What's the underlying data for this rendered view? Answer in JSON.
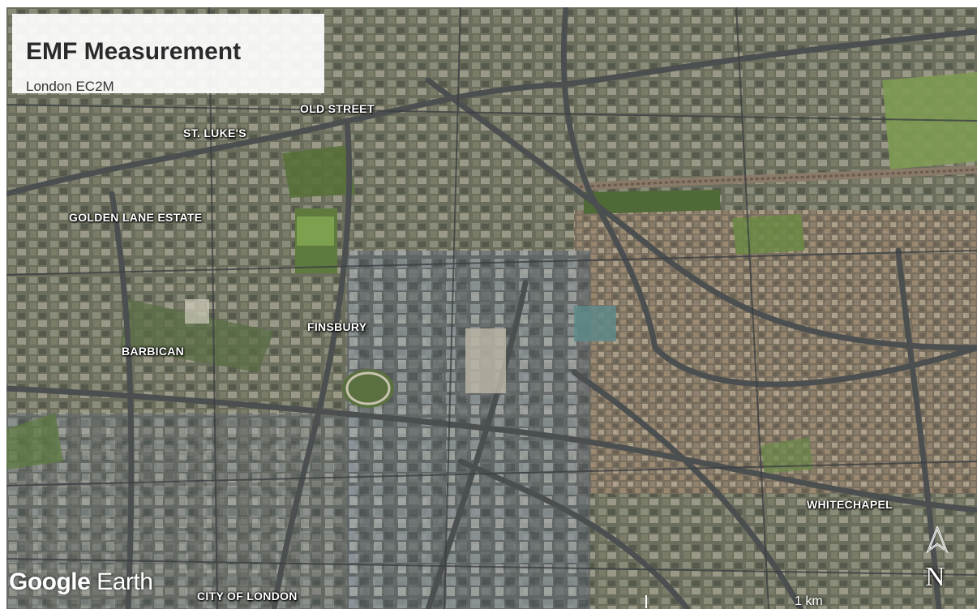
{
  "header": {
    "title": "EMF Measurement",
    "subtitle": "London EC2M"
  },
  "places": [
    {
      "label": "OLD STREET"
    },
    {
      "label": "ST. LUKE'S"
    },
    {
      "label": "GOLDEN LANE ESTATE"
    },
    {
      "label": "FINSBURY"
    },
    {
      "label": "BARBICAN"
    },
    {
      "label": "WHITECHAPEL"
    },
    {
      "label": "CITY OF LONDON"
    }
  ],
  "branding": {
    "logo_google": "Google",
    "logo_earth": " Earth"
  },
  "scale": {
    "label": "1 km"
  },
  "compass": {
    "label": "N"
  }
}
